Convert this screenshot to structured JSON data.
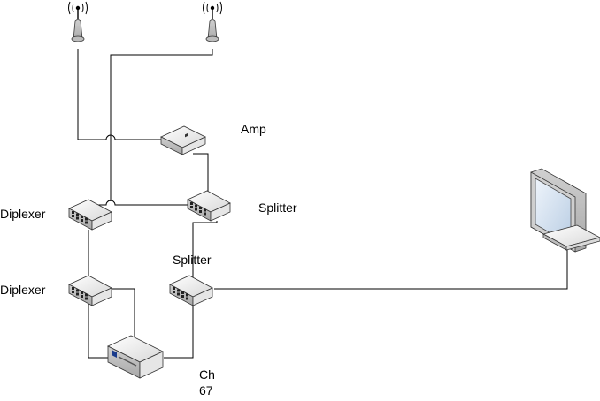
{
  "labels": {
    "amp": "Amp",
    "splitter_top": "Splitter",
    "splitter_bottom": "Splitter",
    "diplexer_top": "Diplexer",
    "diplexer_bottom": "Diplexer",
    "tuner_line1": "Ch",
    "tuner_line2": "67"
  },
  "icons": {
    "antenna": "antenna-icon",
    "amplifier": "amplifier-icon",
    "switch": "hub-icon",
    "receiver": "receiver-icon",
    "monitor": "monitor-icon"
  },
  "colors": {
    "device_top": "#f0f0f0",
    "device_side": "#c8c8c8",
    "screen": "#d6e4f2",
    "led_blue": "#1a3c8c"
  }
}
